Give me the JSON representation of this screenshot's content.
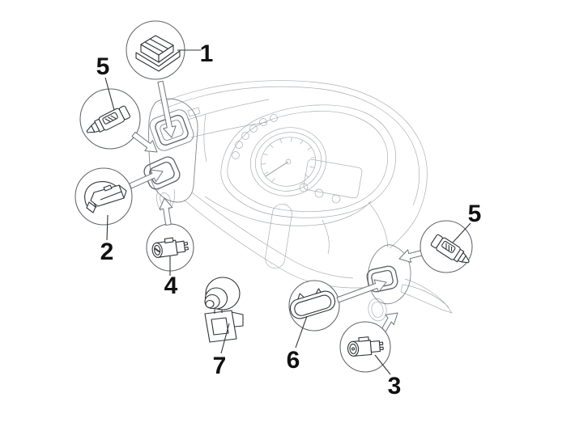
{
  "diagram": {
    "background": "#ffffff",
    "colors": {
      "assembly_line": "#a9aeb4",
      "housing_line": "#80858c",
      "opening_line": "#5d6268",
      "callout_circle": "#60656b",
      "arrow_line": "#70757c",
      "part_line": "#303438",
      "leader_line": "#303438",
      "label": "#111111"
    },
    "callouts": [
      {
        "label": "1",
        "part": "rocker-switch"
      },
      {
        "label": "5",
        "part": "stop-switch-left"
      },
      {
        "label": "2",
        "part": "turn-signal-switch"
      },
      {
        "label": "4",
        "part": "push-button-switch-left"
      },
      {
        "label": "7",
        "part": "horn-button"
      },
      {
        "label": "6",
        "part": "blanking-cover"
      },
      {
        "label": "3",
        "part": "push-button-switch-right"
      },
      {
        "label": "5",
        "part": "stop-switch-right"
      }
    ]
  }
}
